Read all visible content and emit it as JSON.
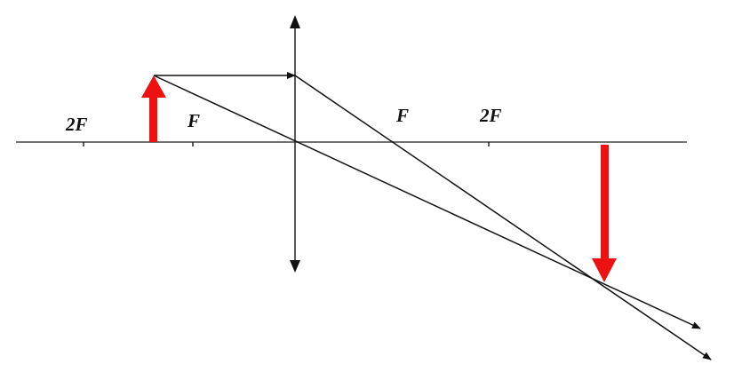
{
  "labels": {
    "left_2f": "2F",
    "left_f": "F",
    "right_f": "F",
    "right_2f": "2F"
  },
  "colors": {
    "object": "#ee1111",
    "image": "#ee1111",
    "rays": "#111111"
  }
}
